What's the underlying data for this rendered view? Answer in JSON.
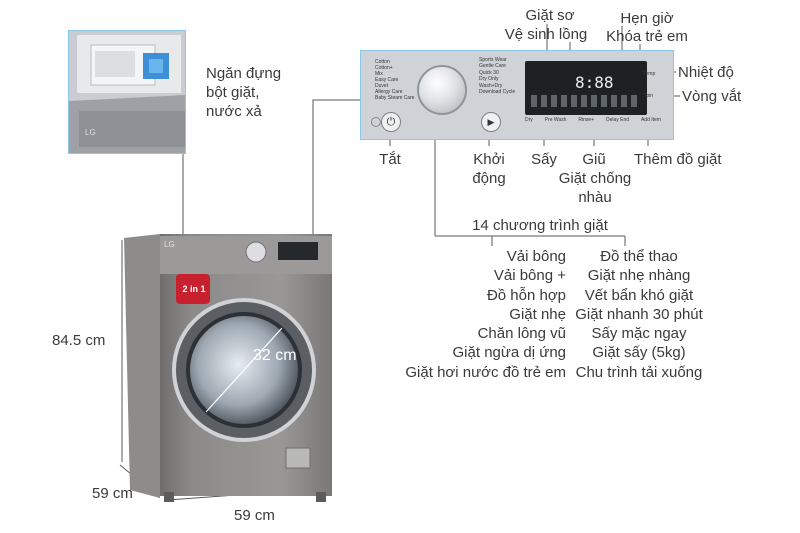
{
  "labels": {
    "drawer": [
      "Ngăn đựng",
      "bột giặt,",
      "nước xả"
    ],
    "prewash": "Giặt sơ",
    "tub_clean": "Vệ sinh lồng",
    "timer": "Hẹn giờ",
    "child_lock": "Khóa trẻ em",
    "temperature": "Nhiệt độ",
    "spin": "Vòng vắt",
    "power": "Tắt",
    "start": [
      "Khởi",
      "động"
    ],
    "dry": "Sấy",
    "hold": "Giũ",
    "anti_crease": [
      "Giặt chống",
      "nhàu"
    ],
    "add_item": "Thêm đồ giặt",
    "programs_title": "14 chương trình giặt",
    "height": "84.5 cm",
    "depth": "59 cm",
    "width": "59 cm",
    "door_diameter": "32 cm"
  },
  "programs_left": [
    "Vải bông",
    "Vải bông +",
    "Đồ hỗn hợp",
    "Giặt nhẹ",
    "Chăn lông vũ",
    "Giặt ngừa dị ứng",
    "Giặt hơi nước đồ trẻ em"
  ],
  "programs_right": [
    "Đồ thể thao",
    "Giặt nhẹ nhàng",
    "Vết bẩn khó giặt",
    "Giặt nhanh 30 phút",
    "Sấy mặc ngay",
    "Giặt sấy (5kg)",
    "Chu trình tải xuống"
  ],
  "machine": {
    "badge": "2 in 1",
    "brand": "LG"
  },
  "panel": {
    "display": "8:88",
    "button_labels": [
      "Dry",
      "Pre Wash",
      "Rinse+",
      "Delay End",
      "Add Item"
    ],
    "dial_programs_left": [
      "Cotton",
      "Cotton+",
      "Mix",
      "Easy Care",
      "Duvet",
      "Allergy Care",
      "Baby Steam Care"
    ],
    "dial_programs_right": [
      "Sports Wear",
      "Gentle Care",
      "Quick 30",
      "Dry Only",
      "Wash+Dry",
      "Download Cycle"
    ],
    "side_labels": [
      "Temp",
      "Spin"
    ]
  },
  "colors": {
    "body": "#8a8886",
    "panel": "#cfd3d8",
    "display": "#1e2124",
    "accent_red": "#c8202e",
    "line": "#5a5a5a"
  }
}
